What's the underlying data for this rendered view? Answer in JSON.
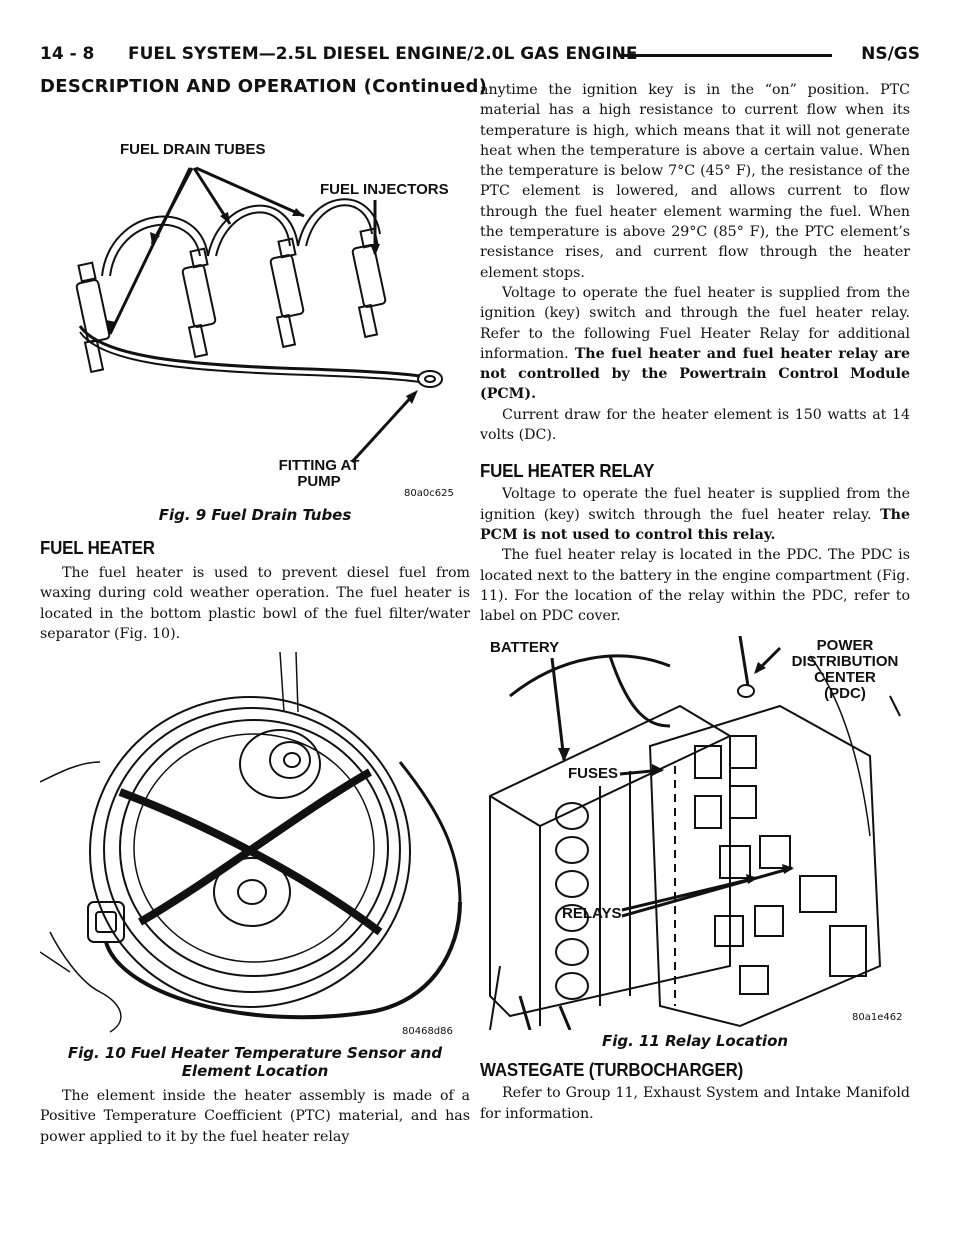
{
  "header": {
    "page_number": "14 - 8",
    "section_title": "FUEL SYSTEM—2.5L DIESEL ENGINE/2.0L GAS ENGINE",
    "model": "NS/GS",
    "continued": "DESCRIPTION AND OPERATION (Continued)"
  },
  "fig9": {
    "labels": {
      "drain_tubes": "FUEL DRAIN TUBES",
      "injectors": "FUEL INJECTORS",
      "fitting_line1": "FITTING AT",
      "fitting_line2": "PUMP"
    },
    "id": "80a0c625",
    "caption": "Fig. 9 Fuel Drain Tubes"
  },
  "fuel_heater": {
    "heading": "FUEL HEATER",
    "p1": "The fuel heater is used to prevent diesel fuel from waxing during cold weather operation. The fuel heater is located in the bottom plastic bowl of the fuel filter/water separator (Fig. 10).",
    "p2": "The element inside the heater assembly is made of a Positive Temperature Coefficient (PTC) material, and has power applied to it by the fuel heater relay",
    "p3": "anytime the ignition key is in the “on” position. PTC material has a high resistance to current flow when its temperature is high, which means that it will not generate heat when the temperature is above a certain value. When the temperature is below 7°C (45° F), the resistance of the PTC element is lowered, and allows current to flow through the fuel heater element warming the fuel. When the temperature is above 29°C (85° F), the PTC element’s resistance rises, and current flow through the heater element stops.",
    "p4_text": "Voltage to operate the fuel heater is supplied from the ignition (key) switch and through the fuel heater relay. Refer to the following Fuel Heater Relay for additional information. ",
    "p4_bold": "The fuel heater and fuel heater relay are not controlled by the Powertrain Control Module (PCM).",
    "p5": "Current draw for the heater element is 150 watts at 14 volts (DC)."
  },
  "fig10": {
    "id": "80468d86",
    "caption_line1": "Fig. 10 Fuel Heater Temperature Sensor and",
    "caption_line2": "Element Location"
  },
  "relay": {
    "heading": "FUEL HEATER RELAY",
    "p1_text": "Voltage to operate the fuel heater is supplied from the ignition (key) switch through the fuel heater relay. ",
    "p1_bold": "The PCM is not used to control this relay.",
    "p2": "The fuel heater relay is located in the PDC. The PDC is located next to the battery in the engine compartment (Fig. 11). For the location of the relay within the PDC, refer to label on PDC cover."
  },
  "fig11": {
    "labels": {
      "battery": "BATTERY",
      "pdc_line1": "POWER",
      "pdc_line2": "DISTRIBUTION",
      "pdc_line3": "CENTER",
      "pdc_line4": "(PDC)",
      "fuses": "FUSES",
      "relays": "RELAYS"
    },
    "id": "80a1e462",
    "caption": "Fig. 11 Relay Location"
  },
  "wastegate": {
    "heading": "WASTEGATE (TURBOCHARGER)",
    "p1": "Refer to Group 11, Exhaust System and Intake Manifold for information."
  }
}
